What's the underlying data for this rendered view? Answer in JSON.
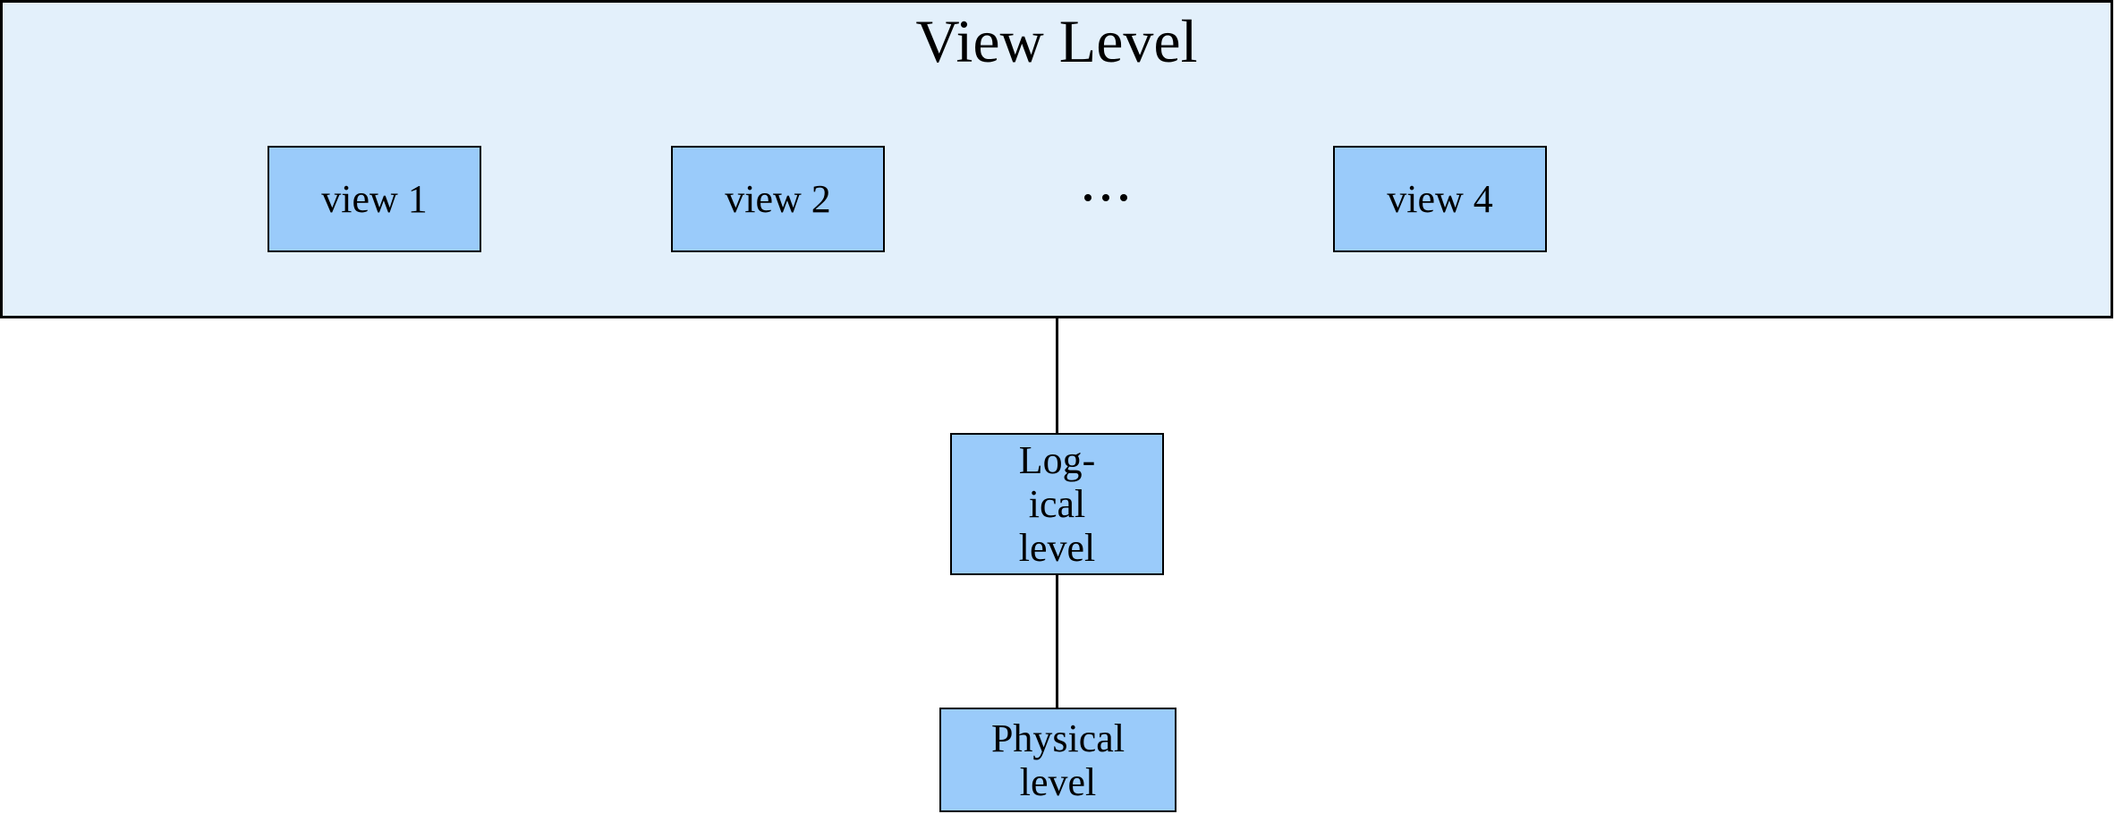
{
  "diagram": {
    "title": "View Level",
    "views": [
      {
        "label": "view 1"
      },
      {
        "label": "view 2"
      },
      {
        "label": "view 4"
      }
    ],
    "ellipsis": "⋯",
    "logical_level": {
      "lines": [
        "Log-",
        "ical",
        "level"
      ]
    },
    "physical_level": {
      "lines": [
        "Physical",
        "level"
      ]
    },
    "colors": {
      "container_fill": "#e3f0fb",
      "box_fill": "#9acbfa",
      "border": "#000000",
      "background": "#ffffff"
    }
  }
}
